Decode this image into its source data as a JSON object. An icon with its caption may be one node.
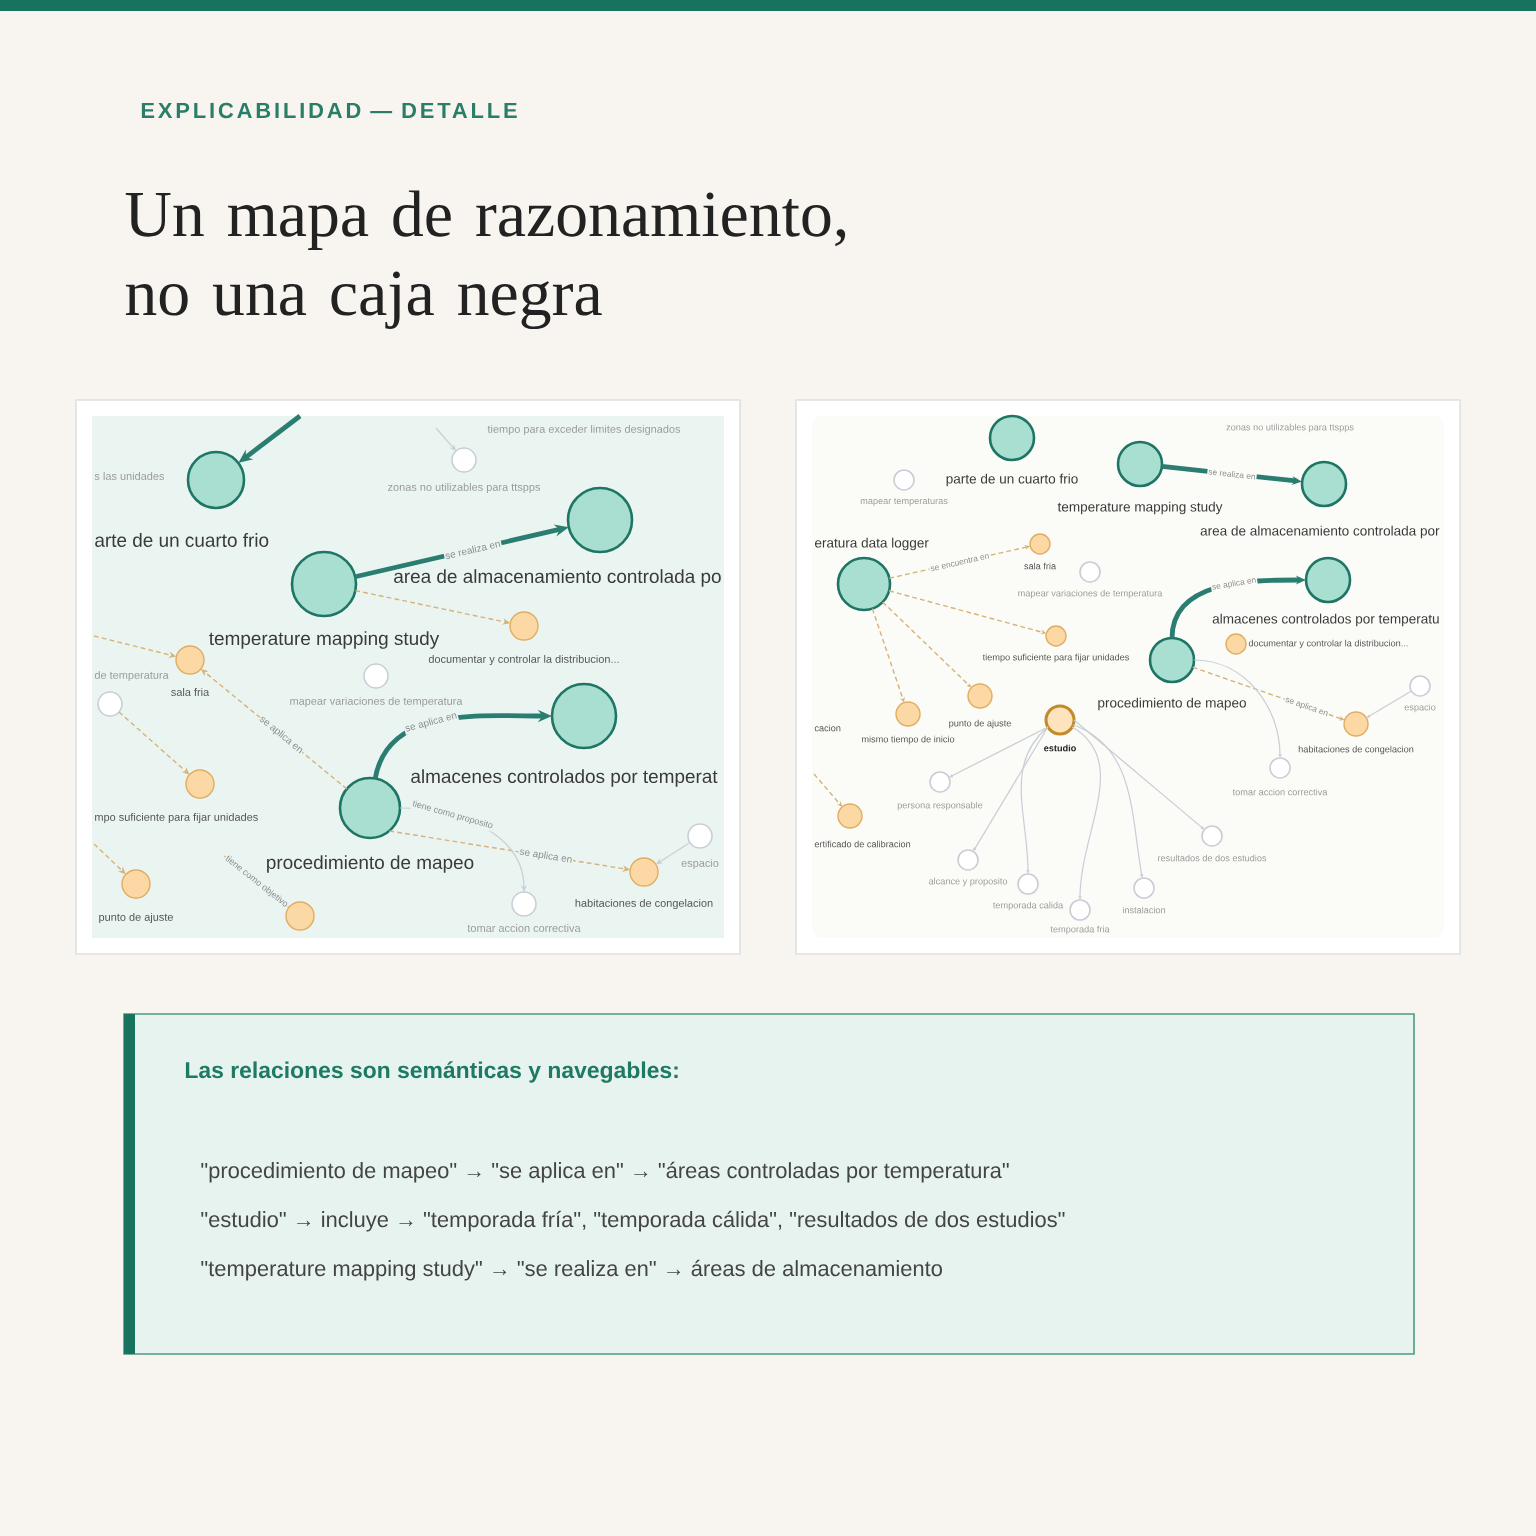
{
  "diagram": {
    "title": "Un mapa de razonamiento, no una caja negra",
    "nodes": [
      {
        "text": [],
        "shape": "picture"
      },
      {
        "text": [
          "arte de un cuarto frio"
        ],
        "in": 0
      },
      {
        "text": [
          "temperature mapping study"
        ],
        "in": 0
      },
      {
        "text": [
          "area de almacenamiento controlada po"
        ],
        "in": 0
      },
      {
        "text": [
          "almacenes controlados por temperat"
        ],
        "in": 0
      },
      {
        "text": [
          "procedimiento de mapeo"
        ],
        "in": 0
      },
      {
        "text": [
          "sala fria"
        ],
        "in": 0
      },
      {
        "text": [
          "mapear variaciones de temperatura"
        ],
        "in": 0
      },
      {
        "text": [
          "zonas no utilizables para ttspps"
        ],
        "in": 0
      },
      {
        "text": [
          "documentar y controlar la distribucion..."
        ],
        "in": 0
      },
      {
        "text": [
          "mpo suficiente para fijar unidades"
        ],
        "in": 0
      },
      {
        "text": [
          "de temperatura"
        ],
        "in": 0
      },
      {
        "text": [
          "punto de ajuste"
        ],
        "in": 0
      },
      {
        "text": [],
        "shape": "circle",
        "in": 0
      },
      {
        "text": [
          "habitaciones de congelacion"
        ],
        "in": 0
      },
      {
        "text": [
          "espacio"
        ],
        "in": 0
      },
      {
        "text": [
          "tomar accion correctiva"
        ],
        "in": 0
      },
      {
        "text": [],
        "shape": "picture"
      },
      {
        "text": [
          "parte de un cuarto frio"
        ],
        "in": 17
      },
      {
        "text": [
          "temperature mapping study"
        ],
        "in": 17
      },
      {
        "text": [
          "area de almacenamiento controlada por"
        ],
        "in": 17
      },
      {
        "text": [
          "almacenes controlados por temperatu"
        ],
        "in": 17
      },
      {
        "text": [
          "eratura data logger"
        ],
        "in": 17
      },
      {
        "text": [
          "sala fria"
        ],
        "in": 17
      },
      {
        "text": [
          "mapear temperaturas"
        ],
        "in": 17
      },
      {
        "text": [
          "mapear variaciones de temperatura"
        ],
        "in": 17
      },
      {
        "text": [
          "tiempo suficiente para fijar unidades"
        ],
        "in": 17
      },
      {
        "text": [
          "documentar y controlar la distribucion..."
        ],
        "in": 17
      },
      {
        "text": [
          "procedimiento de mapeo"
        ],
        "in": 17
      },
      {
        "text": [
          "estudio"
        ],
        "in": 17
      },
      {
        "text": [
          "mismo tiempo de inicio"
        ],
        "in": 17
      },
      {
        "text": [
          "punto de ajuste"
        ],
        "in": 17
      },
      {
        "text": [
          "ertificado de calibracion"
        ],
        "in": 17
      },
      {
        "text": [
          "habitaciones de congelacion"
        ],
        "in": 17
      },
      {
        "text": [
          "espacio"
        ],
        "in": 17
      },
      {
        "text": [
          "tomar accion correctiva"
        ],
        "in": 17
      },
      {
        "text": [
          "persona responsable"
        ],
        "in": 17
      },
      {
        "text": [
          "alcance y proposito"
        ],
        "in": 17
      },
      {
        "text": [
          "temporada calida"
        ],
        "in": 17
      },
      {
        "text": [
          "temporada fria"
        ],
        "in": 17
      },
      {
        "text": [
          "instalacion"
        ],
        "in": 17
      },
      {
        "text": [
          "resultados de dos estudios"
        ],
        "in": 17
      },
      {
        "text": [
          "Las relaciones son semánticas y navegables:",
          "\"procedimiento de mapeo\" → \"se aplica en\" → \"áreas controladas por temperatura\"",
          "\"estudio\" → incluye → \"temporada fría\", \"temporada cálida\", \"resultados de dos estudios\"",
          "\"temperature mapping study\" → \"se realiza en\" → áreas de almacenamiento"
        ]
      }
    ],
    "edges": [
      {
        "from": null,
        "to": 1,
        "arrow": "to",
        "style": "thick",
        "color": "#2a7d70"
      },
      {
        "from": 2,
        "to": 3,
        "arrow": "to",
        "label": "se realiza en",
        "style": "thick",
        "color": "#2a7d70"
      },
      {
        "from": 5,
        "to": 4,
        "arrow": "to",
        "label": "se aplica en",
        "style": "thick",
        "color": "#2a7d70"
      },
      {
        "from": 5,
        "to": 6,
        "arrow": "to",
        "label": "se aplica en",
        "style": "dashed"
      },
      {
        "from": 5,
        "to": 14,
        "arrow": "to",
        "label": "se aplica en",
        "style": "dashed"
      },
      {
        "from": 2,
        "to": 9,
        "arrow": "to",
        "style": "dashed"
      },
      {
        "from": null,
        "to": 6,
        "arrow": "to",
        "style": "dashed"
      },
      {
        "from": 11,
        "to": 10,
        "arrow": "to",
        "style": "dashed"
      },
      {
        "from": null,
        "to": 12,
        "arrow": "to",
        "style": "dashed"
      },
      {
        "from": null,
        "to": 13,
        "arrow": "to",
        "label": "tiene como objetivo",
        "style": "dashed"
      },
      {
        "from": 5,
        "to": 16,
        "arrow": "to",
        "label": "tiene como proposito",
        "color": "#c9ced6"
      },
      {
        "from": 15,
        "to": 14,
        "arrow": "to",
        "color": "#c9ced6"
      },
      {
        "from": null,
        "to": 8,
        "arrow": "to",
        "color": "#c9ced6"
      },
      {
        "from": 19,
        "to": 20,
        "arrow": "to",
        "label": "se realiza en",
        "style": "thick",
        "color": "#2a7d70"
      },
      {
        "from": 28,
        "to": 21,
        "arrow": "to",
        "label": "se aplica en",
        "style": "thick",
        "color": "#2a7d70"
      },
      {
        "from": 28,
        "to": 33,
        "arrow": "to",
        "label": "se aplica en",
        "style": "dashed"
      },
      {
        "from": 28,
        "to": 35,
        "arrow": "to",
        "color": "#c9ced6"
      },
      {
        "from": 22,
        "to": 23,
        "arrow": "to",
        "label": "se encuentra en",
        "style": "dashed"
      },
      {
        "from": 22,
        "to": 26,
        "arrow": "to",
        "style": "dashed"
      },
      {
        "from": 22,
        "to": 30,
        "arrow": "to",
        "style": "dashed"
      },
      {
        "from": 22,
        "to": 31,
        "arrow": "to",
        "style": "dashed"
      },
      {
        "from": null,
        "to": 32,
        "arrow": "to",
        "style": "dashed"
      },
      {
        "from": 29,
        "to": 36,
        "arrow": "to",
        "color": "#c9ced6"
      },
      {
        "from": 29,
        "to": 37,
        "arrow": "to",
        "color": "#c9ced6"
      },
      {
        "from": 29,
        "to": 38,
        "arrow": "to",
        "color": "#c9ced6"
      },
      {
        "from": 29,
        "to": 39,
        "arrow": "to",
        "color": "#c9ced6"
      },
      {
        "from": 29,
        "to": 40,
        "arrow": "to",
        "color": "#c9ced6"
      },
      {
        "from": 29,
        "to": 41,
        "arrow": "to",
        "color": "#c9ced6"
      },
      {
        "from": 34,
        "to": 33,
        "arrow": "to",
        "color": "#c9ced6"
      }
    ],
    "labels": [
      "EXPLICABILIDAD — DETALLE",
      "s las unidades",
      "tiempo para exceder limites designados",
      "zonas no utilizables para ttspps",
      "cacion"
    ]
  }
}
